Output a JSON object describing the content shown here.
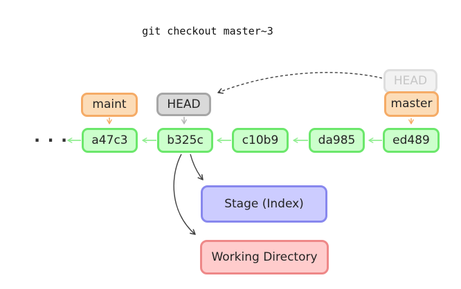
{
  "title": "git checkout master~3",
  "diagram": {
    "ellipsis": "· · ·",
    "refs": {
      "maint": "maint",
      "head": "HEAD",
      "head_faded": "HEAD",
      "master": "master"
    },
    "commits": [
      {
        "label": "a47c3"
      },
      {
        "label": "b325c"
      },
      {
        "label": "c10b9"
      },
      {
        "label": "da985"
      },
      {
        "label": "ed489"
      }
    ],
    "areas": {
      "stage": "Stage (Index)",
      "working_directory": "Working Directory"
    },
    "colors": {
      "commit_fill": "#ccffcc",
      "commit_border": "#6be76b",
      "commit_arrow": "#90ee90",
      "branch_fill": "#fcdcb7",
      "branch_border": "#f5ab66",
      "head_fill": "#d9d9d9",
      "head_border": "#a6a6a6",
      "head_arrow": "#b5b5b5",
      "head_faded_fill": "#f2f2f2",
      "head_faded_border": "#dedede",
      "head_faded_text": "#c6c6c6",
      "stage_fill": "#ccccff",
      "stage_border": "#8888ee",
      "working_fill": "#ffcccc",
      "working_border": "#ee8888",
      "flow_arrow": "#3f3f3f"
    }
  }
}
